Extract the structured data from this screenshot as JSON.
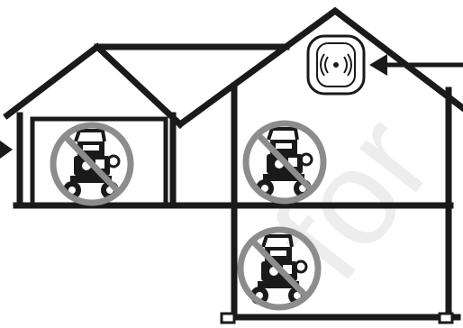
{
  "watermark": {
    "text": "for"
  },
  "scene": {
    "house_outline": "two-storey-house-with-attached-garage",
    "arrow_left": "arrow-pointing-right-into-garage",
    "arrow_right": "arrow-pointing-left-at-co-alarm",
    "co_alarm": "carbon-monoxide-alarm-icon",
    "prohibited_equipment": [
      "pressure-washer-in-garage",
      "pressure-washer-upper-room",
      "pressure-washer-lower-room"
    ],
    "prohibition_symbol": "circle-with-diagonal-slash"
  },
  "colors": {
    "line": "#1a1a1a",
    "prohibition": "#8c8c8c",
    "watermark": "#ededed",
    "background": "#ffffff"
  }
}
